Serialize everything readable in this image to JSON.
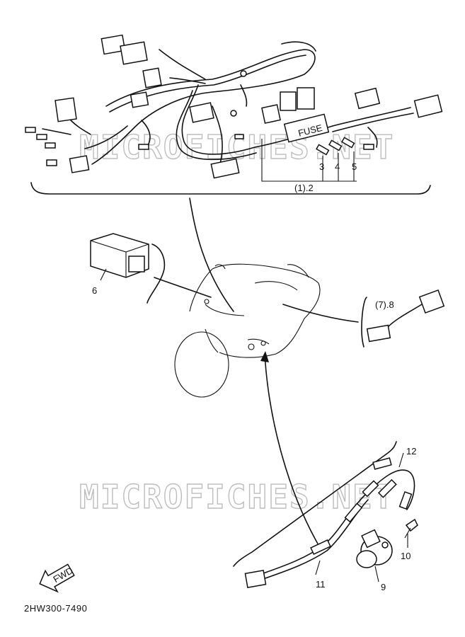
{
  "watermark": "MICROFICHES.NET",
  "diagram_code": "2HW300-7490",
  "fwd_label": "FWD",
  "fuse_label": "FUSE",
  "callouts": {
    "c1_2": "(1).2",
    "c3": "3",
    "c4": "4",
    "c5": "5",
    "c6": "6",
    "c7_8": "(7).8",
    "c9": "9",
    "c10": "10",
    "c11": "11",
    "c12": "12"
  }
}
